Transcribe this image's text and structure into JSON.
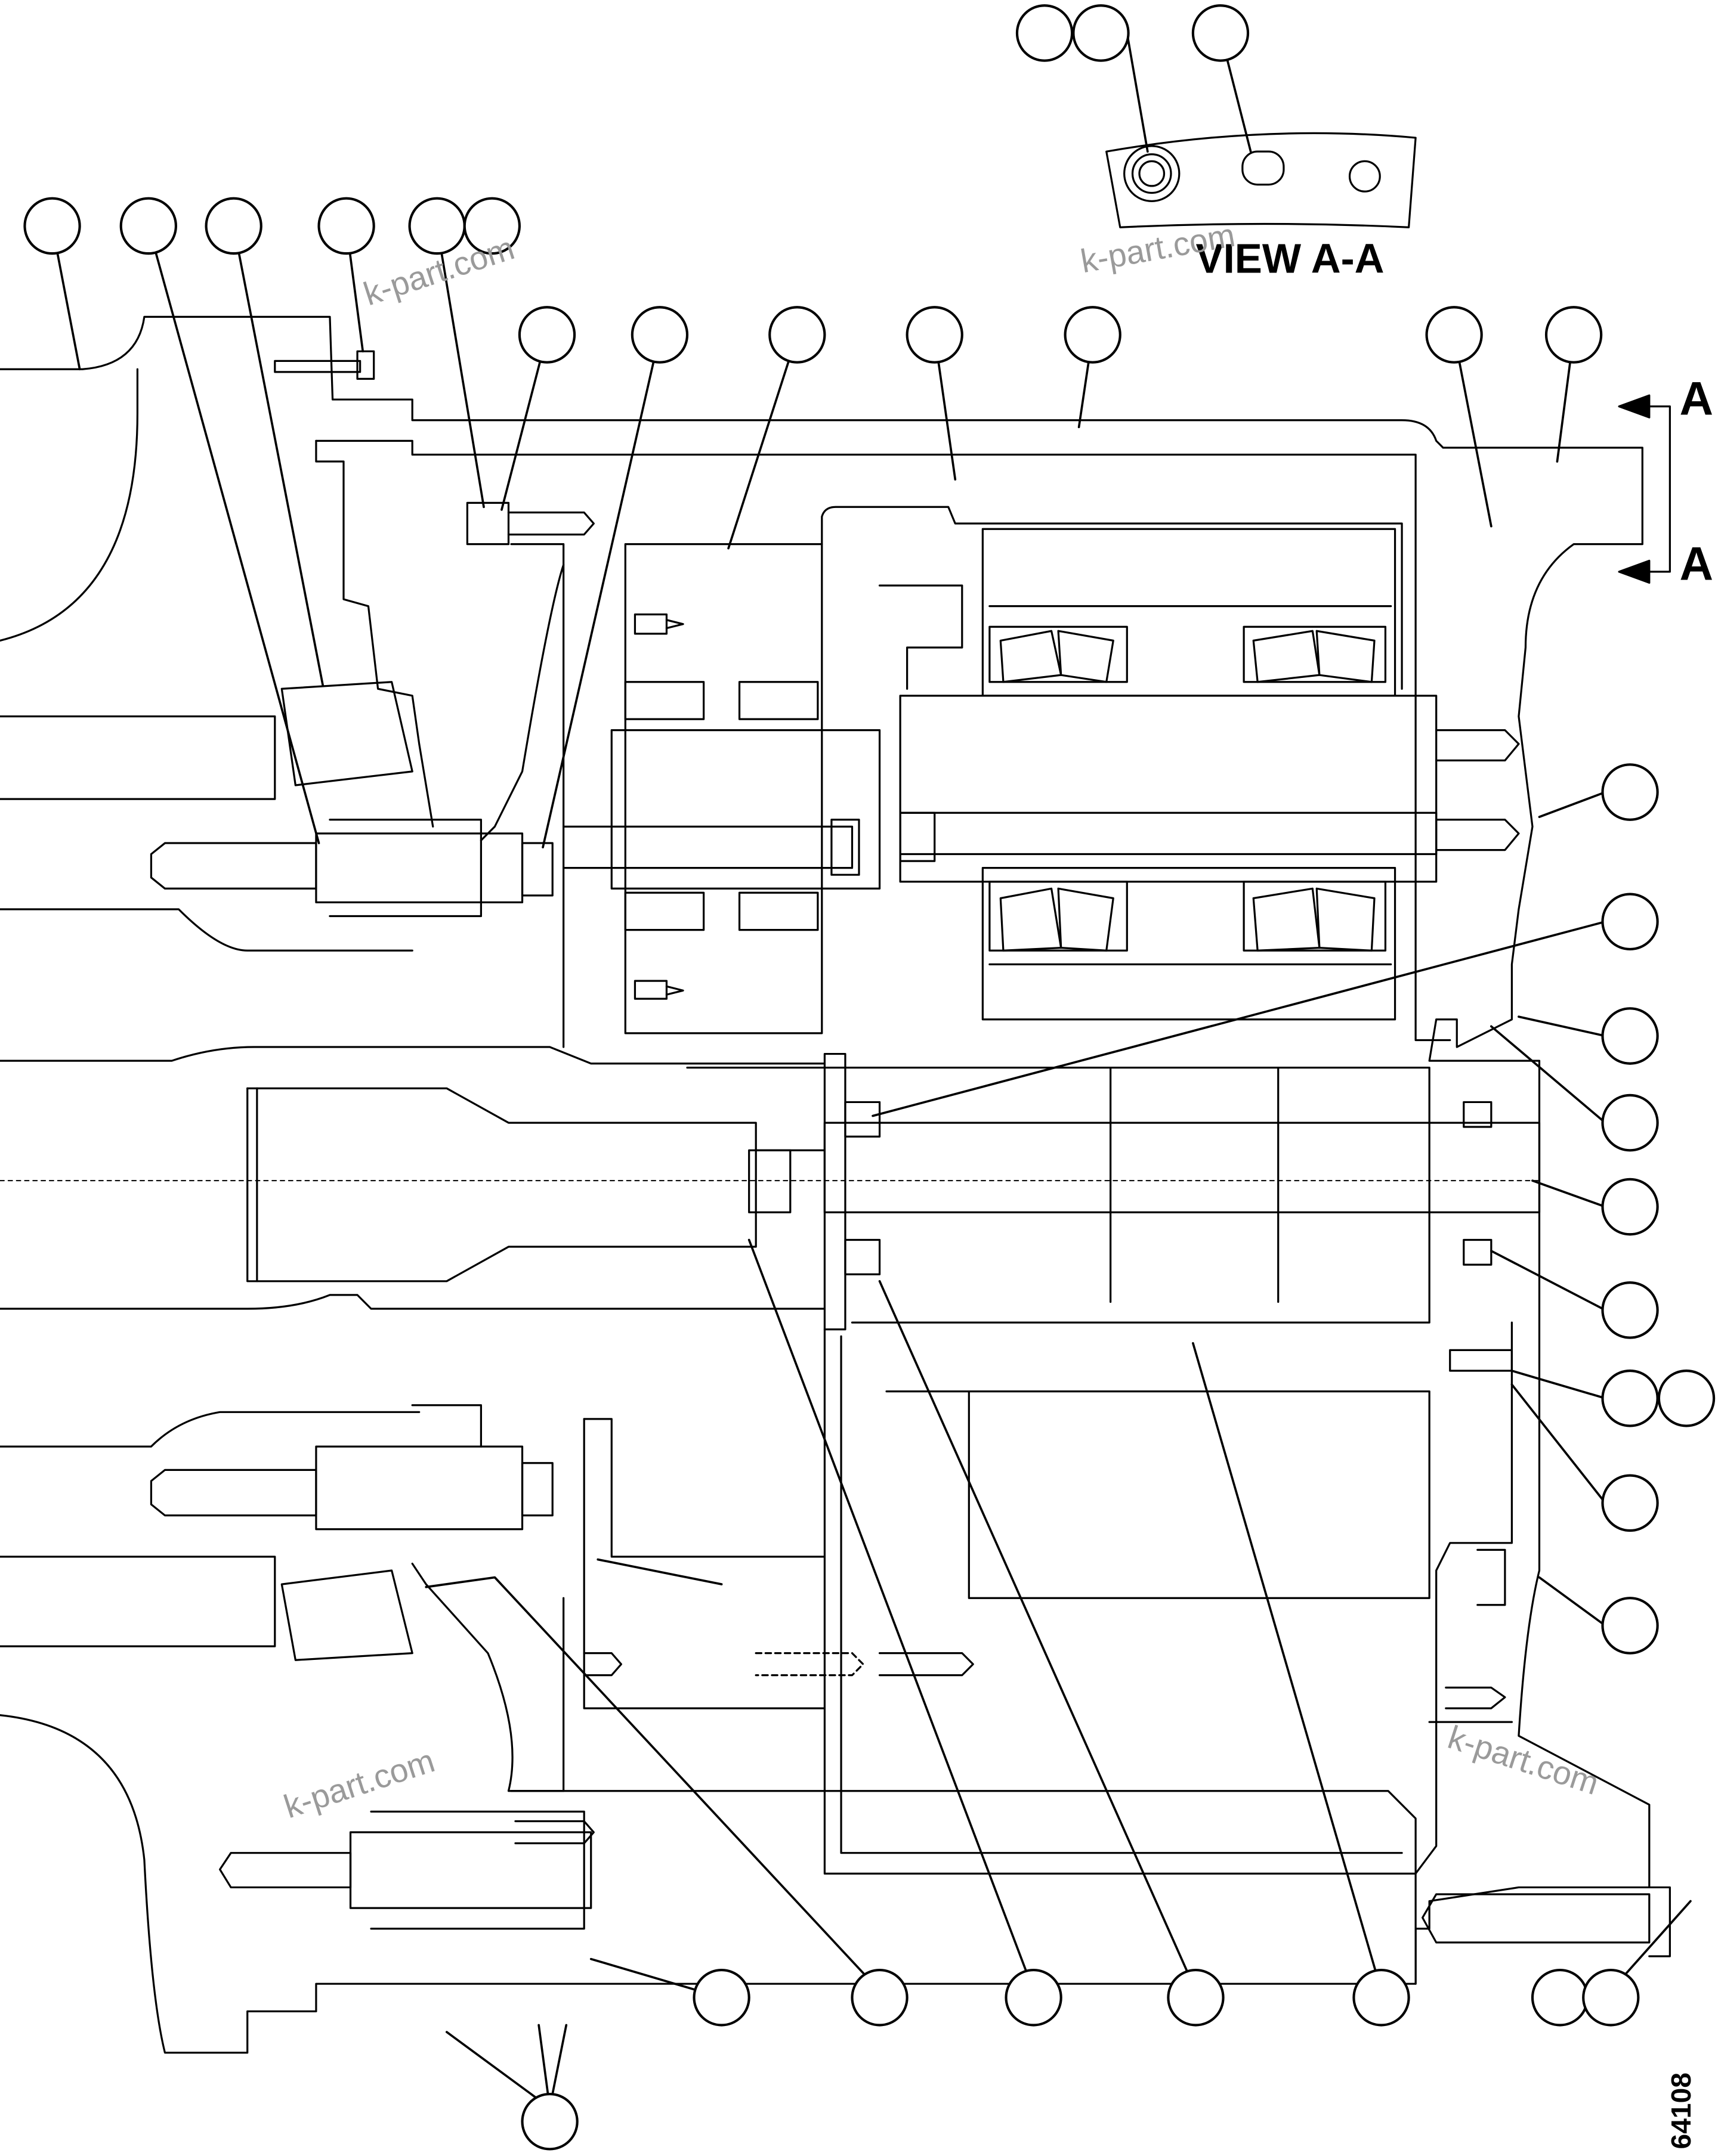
{
  "view_title": "VIEW A-A",
  "section_marker": {
    "top": "A",
    "bottom": "A"
  },
  "watermarks": [
    "k-part.com",
    "k-part.com",
    "k-part.com",
    "k-part.com"
  ],
  "drawing_code": "64108",
  "callouts": [
    {
      "id": "c-view-1",
      "label": ""
    },
    {
      "id": "c-view-2",
      "label": ""
    },
    {
      "id": "c-view-3",
      "label": ""
    },
    {
      "id": "c-top-1",
      "label": ""
    },
    {
      "id": "c-top-2",
      "label": ""
    },
    {
      "id": "c-top-3",
      "label": ""
    },
    {
      "id": "c-top-4",
      "label": ""
    },
    {
      "id": "c-top-5",
      "label": ""
    },
    {
      "id": "c-top-6",
      "label": ""
    },
    {
      "id": "c-top-7",
      "label": ""
    },
    {
      "id": "c-top-8",
      "label": ""
    },
    {
      "id": "c-top-9",
      "label": ""
    },
    {
      "id": "c-top-10",
      "label": ""
    },
    {
      "id": "c-top-11",
      "label": ""
    },
    {
      "id": "c-top-12",
      "label": ""
    },
    {
      "id": "c-top-13",
      "label": ""
    },
    {
      "id": "c-right-1",
      "label": ""
    },
    {
      "id": "c-right-2",
      "label": ""
    },
    {
      "id": "c-right-3",
      "label": ""
    },
    {
      "id": "c-right-4",
      "label": ""
    },
    {
      "id": "c-right-5",
      "label": ""
    },
    {
      "id": "c-right-6",
      "label": ""
    },
    {
      "id": "c-right-7",
      "label": ""
    },
    {
      "id": "c-right-8",
      "label": ""
    },
    {
      "id": "c-right-9",
      "label": ""
    },
    {
      "id": "c-right-10",
      "label": ""
    },
    {
      "id": "c-right-11",
      "label": ""
    },
    {
      "id": "c-bottom-1",
      "label": ""
    },
    {
      "id": "c-bottom-2",
      "label": ""
    },
    {
      "id": "c-bottom-3",
      "label": ""
    },
    {
      "id": "c-bottom-4",
      "label": ""
    },
    {
      "id": "c-bottom-5",
      "label": ""
    },
    {
      "id": "c-bottom-6",
      "label": ""
    },
    {
      "id": "c-bottom-7",
      "label": ""
    },
    {
      "id": "c-bottom-8",
      "label": ""
    }
  ]
}
